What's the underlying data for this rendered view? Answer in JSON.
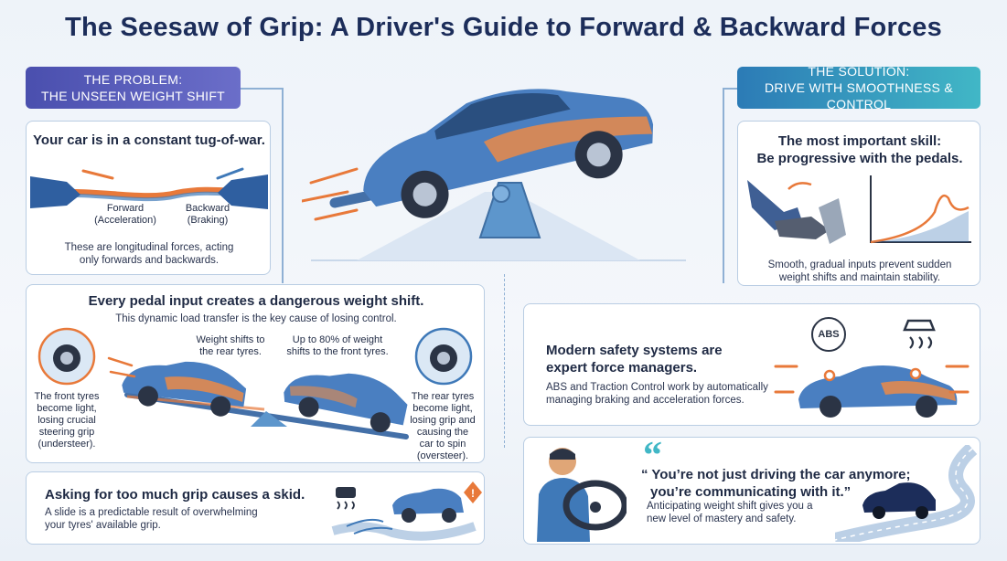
{
  "title": "The Seesaw of Grip: A Driver's Guide to Forward & Backward Forces",
  "problem": {
    "banner_line1": "THE PROBLEM:",
    "banner_line2": "THE UNSEEN WEIGHT SHIFT",
    "tug": {
      "heading": "Your car is in a constant tug-of-war.",
      "forward_label_1": "Forward",
      "forward_label_2": "(Acceleration)",
      "backward_label_1": "Backward",
      "backward_label_2": "(Braking)",
      "caption_1": "These are longitudinal forces, acting",
      "caption_2": "only forwards and backwards."
    },
    "shift": {
      "heading": "Every pedal input creates a dangerous weight shift.",
      "subheading": "This dynamic load transfer is the key cause of losing control.",
      "rear_label_1": "Weight shifts to",
      "rear_label_2": "the rear tyres.",
      "front_label_1": "Up to 80% of weight",
      "front_label_2": "shifts to the front tyres.",
      "left_note": [
        "The front tyres",
        "become light,",
        "losing crucial",
        "steering grip",
        "(understeer)."
      ],
      "right_note": [
        "The rear tyres",
        "become light,",
        "losing grip and",
        "causing the",
        "car to spin",
        "(oversteer)."
      ]
    },
    "skid": {
      "heading": "Asking for too much grip causes a skid.",
      "caption_1": "A slide is a predictable result of overwhelming",
      "caption_2": "your tyres' available grip."
    }
  },
  "solution": {
    "banner_line1": "THE SOLUTION:",
    "banner_line2": "DRIVE WITH SMOOTHNESS & CONTROL",
    "pedals": {
      "heading_1": "The most important skill:",
      "heading_2": "Be progressive with the pedals.",
      "caption_1": "Smooth, gradual inputs prevent sudden",
      "caption_2": "weight shifts and maintain stability."
    },
    "safety": {
      "heading_1": "Modern safety systems are",
      "heading_2": "expert force managers.",
      "caption_1": "ABS and Traction Control work by automatically",
      "caption_2": "managing braking and acceleration forces.",
      "abs_badge": "ABS"
    },
    "quote": {
      "mark": "“",
      "line_1": "“ You’re not just driving the car anymore;",
      "line_2": "you’re communicating with it.”",
      "caption_1": "Anticipating weight shift gives you a",
      "caption_2": "new level of mastery and safety."
    }
  },
  "colors": {
    "navy": "#1c2d5a",
    "orange": "#e8793a",
    "blue": "#3f79b8",
    "teal": "#41b7c6",
    "purple": "#4a4fae"
  }
}
